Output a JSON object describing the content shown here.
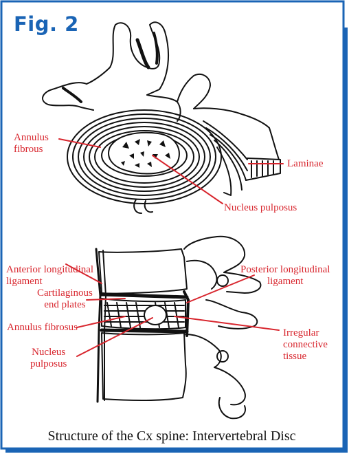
{
  "figure": {
    "title": "Fig. 2",
    "caption": "Structure of the Cx spine: Intervertebral Disc"
  },
  "top_view": {
    "labels": {
      "annulus": "Annulus\nfibrous",
      "laminae": "Laminae",
      "nucleus": "Nucleus pulposus"
    }
  },
  "side_view": {
    "labels": {
      "anterior": "Anterior longitudinal\nligament",
      "cartilaginous": "Cartilaginous\nend plates",
      "annulus": "Annulus fibrosus",
      "nucleus": "Nucleus\npulposus",
      "posterior": "Posterior longitudinal\nligament",
      "irregular": "Irregular\nconnective\ntissue"
    }
  },
  "colors": {
    "border": "#1a64b5",
    "title": "#1a64b5",
    "label": "#d8262e",
    "drawing": "#111111"
  }
}
